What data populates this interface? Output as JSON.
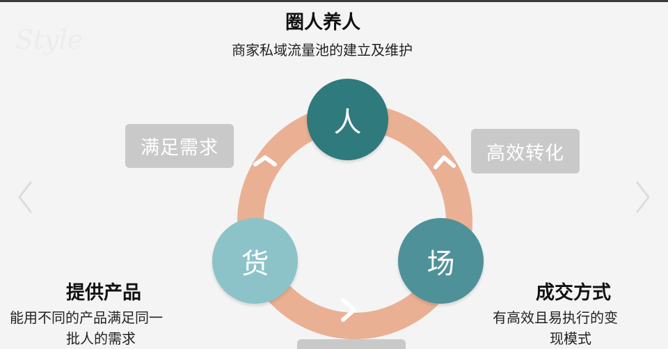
{
  "colors": {
    "ring": "#e9b093",
    "arrow_chevron": "#ffffff",
    "node_person": "#2f7a7c",
    "node_goods": "#8cc3c9",
    "node_venue": "#4f9199",
    "tag_bg": "#c9c9c9"
  },
  "top": {
    "title": "圈人养人",
    "desc": "商家私域流量池的建立及维护"
  },
  "nodes": {
    "person": "人",
    "goods": "货",
    "venue": "场"
  },
  "tags": {
    "left": "满足需求",
    "right": "高效转化"
  },
  "bottom_left": {
    "title": "提供产品",
    "desc_line1": "能用不同的产品满足同一",
    "desc_line2": "批人的需求"
  },
  "bottom_right": {
    "title": "成交方式",
    "desc_line1": "有高效且易执行的变",
    "desc_line2": "现模式"
  },
  "nav": {
    "prev_icon": "chevron-left-icon",
    "next_icon": "chevron-right-icon"
  }
}
